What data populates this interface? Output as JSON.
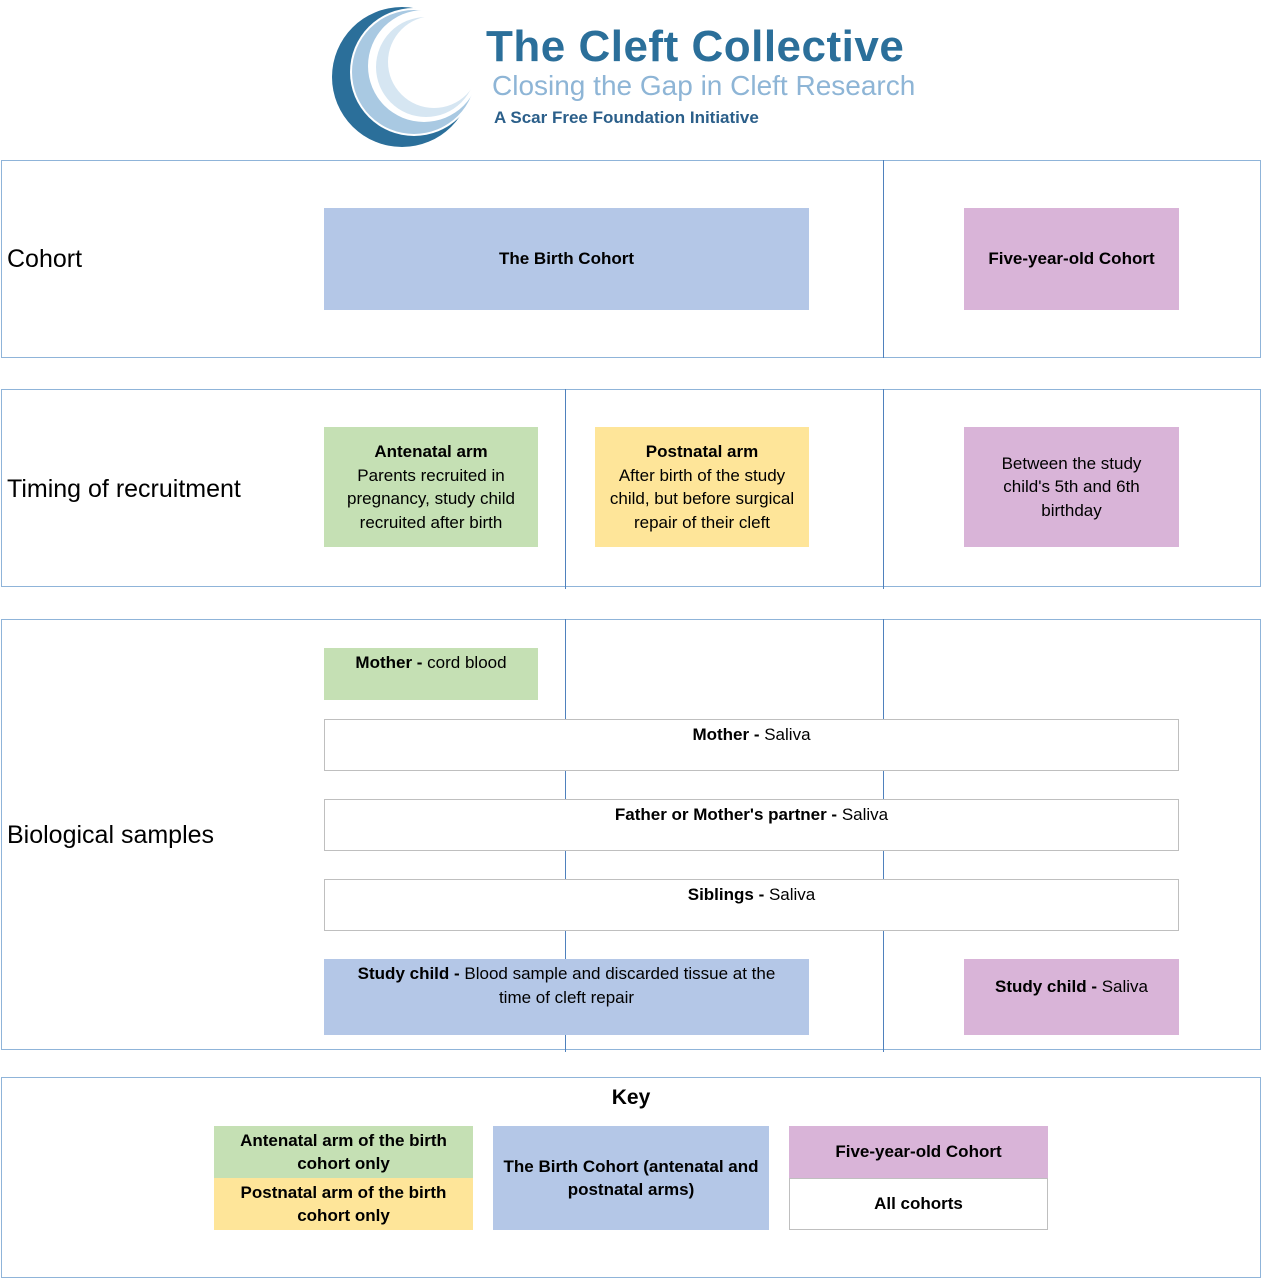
{
  "logo": {
    "title": "The Cleft Collective",
    "subtitle": "Closing the Gap in Cleft Research",
    "tagline": "A Scar Free Foundation Initiative",
    "colors": {
      "dark": "#2b6f9a",
      "light": "#8eb5d6"
    }
  },
  "rows": {
    "cohort": {
      "label": "Cohort",
      "birth": "The Birth Cohort",
      "five": "Five-year-old Cohort"
    },
    "timing": {
      "label": "Timing of recruitment",
      "antenatal_title": "Antenatal arm",
      "antenatal_text": "Parents recruited in pregnancy, study child recruited after birth",
      "postnatal_title": "Postnatal arm",
      "postnatal_text": "After birth of the study child, but before surgical repair of their cleft",
      "five_text": "Between the study child's 5th and 6th birthday"
    },
    "samples": {
      "label": "Biological samples",
      "cord_who": "Mother -",
      "cord_what": " cord blood",
      "mother_who": "Mother -",
      "mother_what": " Saliva",
      "father_who": "Father or Mother's partner -",
      "father_what": " Saliva",
      "siblings_who": "Siblings -",
      "siblings_what": " Saliva",
      "child_who": "Study child -",
      "child_what": " Blood sample and discarded tissue at the time of cleft repair",
      "child5_who": "Study child -",
      "child5_what": " Saliva"
    }
  },
  "key": {
    "title": "Key",
    "antenatal": "Antenatal arm of the birth cohort only",
    "postnatal": "Postnatal arm of the birth cohort only",
    "birth": "The Birth Cohort (antenatal and postnatal arms)",
    "five": "Five-year-old Cohort",
    "all": "All cohorts"
  },
  "colors": {
    "birth_cohort": "#b4c7e7",
    "five_year_cohort": "#d9b4d8",
    "antenatal": "#c5e0b4",
    "postnatal": "#fee599",
    "all_cohorts": "#ffffff",
    "panel_border": "#8fb4d9",
    "divider": "#4f81bd"
  }
}
